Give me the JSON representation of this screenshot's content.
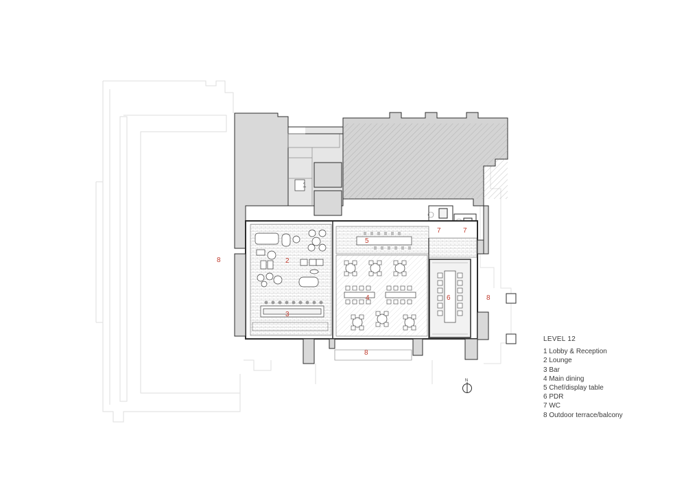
{
  "legend": {
    "title": "LEVEL 12",
    "items": [
      "1 Lobby & Reception",
      "2 Lounge",
      "3 Bar",
      "4 Main dining",
      "5 Chef/display table",
      "6 PDR",
      "7 WC",
      "8 Outdoor terrace/balcony"
    ]
  },
  "room_labels": {
    "lobby": "1",
    "lounge": "2",
    "bar": "3",
    "main_dining": "4",
    "chef_table": "5",
    "pdr": "6",
    "wc_a": "7",
    "wc_b": "7",
    "terrace_west": "8",
    "terrace_east": "8",
    "terrace_south": "8"
  },
  "north_arrow": "N",
  "colors": {
    "room_number": "#c0392b",
    "wall": "#2b2b2b",
    "core_fill": "#d6d6d6",
    "faint_context": "#dedede"
  }
}
